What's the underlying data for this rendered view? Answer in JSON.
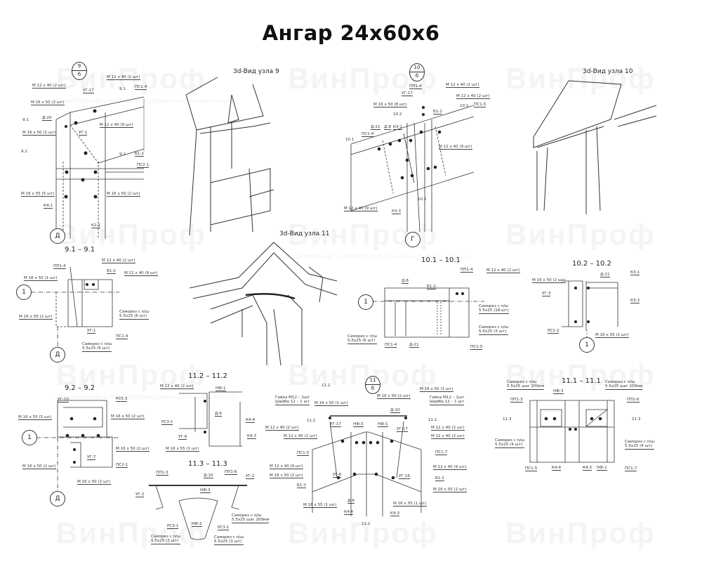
{
  "title": "Ангар  24х60х6",
  "watermark": {
    "logo": "ВинПроф",
    "slogan": "ПРОЕКТИРОВАНИЕ и ПРОИЗВОДСТВО ЗДАНИЙ на СТАЛЬНОМ КАРКАСЕ"
  },
  "view3d": {
    "node9": "3d-Вид узла 9",
    "node10": "3d-Вид узла 10",
    "node11": "3d-Вид узла 11"
  },
  "node9": {
    "mark_top": "9",
    "mark_bottom": "б",
    "axis": "Д",
    "labels": [
      "М 12 х 40 (2 шт)",
      "М 12 х 40 (2 шт)",
      "УГ-17",
      "ПС1-4",
      "М 16 х 50 (2 шт)",
      "Д-20",
      "М 12 х 40 (9 шт)",
      "М 16 х 50 (1 шт)",
      "УГ-1",
      "Б1-2",
      "ПС2-1",
      "М 16 х 55 (5 шт)",
      "М 16 х 50 (2 шт)",
      "К4-1",
      "К2-1"
    ],
    "cuts": [
      "9.1",
      "9.1",
      "9.2",
      "9.2"
    ]
  },
  "node10": {
    "mark_top": "10",
    "mark_bottom": "б",
    "axis": "Г",
    "labels": [
      "ПП1-4",
      "УГ-17",
      "М 12 х 40 (2 шт)",
      "М 12 х 40 (2 шт)",
      "М 16 х 50 (8 шт)",
      "Б1-2",
      "ПС1-5",
      "Д-21",
      "Д-8",
      "К3-1",
      "ПС1-4",
      "М 12 х 40 (9 шт)",
      "М 12 х 40 (9 шт)",
      "К3-3"
    ],
    "cuts": [
      "10.1",
      "10.1",
      "10.2",
      "10.2"
    ]
  },
  "s91": {
    "title": "9.1 – 9.1",
    "axis1": "1",
    "axisD": "Д",
    "labels": [
      "ПП1-4",
      "М 12 х 40 (2 шт)",
      "Б1-2",
      "М 12 х 40 (9 шт)",
      "М 16 х 50 (1 шт)",
      "М 16 х 50 (2 шт)",
      "Саморез с п/ш\n5.5х25 (6 шт)",
      "УГ-1",
      "ПС1-4",
      "Саморез с п/ш\n5.5х25 (6 шт)"
    ]
  },
  "s101": {
    "title": "10.1 – 10.1",
    "axis1": "1",
    "labels": [
      "ПП1-4",
      "М 12 х 40 (2 шт)",
      "Д-8",
      "Б1-2",
      "Саморез с п/ш\n5.5х25 (18 шт)",
      "Саморез с п/ш\n5.5х25 (3 шт)",
      "Саморез с п/ш\n5.5х25 (6 шт)",
      "ПС1-4",
      "Д-21",
      "ПС1-5"
    ]
  },
  "s102": {
    "title": "10.2 – 10.2",
    "axis1": "1",
    "labels": [
      "Д-21",
      "К3-1",
      "М 16 х 50 (2 шт)",
      "УГ-3",
      "К3-3",
      "РС1-2",
      "М 16 х 55 (2 шт)"
    ]
  },
  "s92": {
    "title": "9.2 – 9.2",
    "axis1": "1",
    "axisD": "Д",
    "labels": [
      "УГ-10",
      "РС5-3",
      "М 16 х 55 (5 шт)",
      "М 16 х 50 (2 шт)",
      "М 16 х 50 (2 шт)",
      "УГ-7",
      "М 16 х 50 (2 шт)",
      "ПС2-1",
      "М 16 х 50 (2 шт)"
    ]
  },
  "s112": {
    "title": "11.2 – 11.2",
    "labels": [
      "М 12 х 40 (2 шт)",
      "НФ-1",
      "Д-6",
      "РС3-1",
      "К4-4",
      "УГ-6",
      "К4-3",
      "М 16 х 55 (1 шт)"
    ]
  },
  "s113": {
    "title": "11.3 – 11.3",
    "labels": [
      "ПП1-3",
      "Д-10",
      "ПП1-6",
      "УГ-2",
      "УГ-2",
      "НФ-3",
      "Саморез с п/ш\n5.5х25 шаг 200мм",
      "РС3-1",
      "НФ-2",
      "РС3-1",
      "Саморез с п/ш\n5.5х25 (3 шт)",
      "Саморез с п/ш\n5.5х25 (3 шт)"
    ]
  },
  "node11": {
    "mark_top": "11",
    "mark_bottom": "б",
    "labels": [
      "Гайка М12 – 1шт\nШайба 12 – 1 шт",
      "Гайка М12 – 1шт\nШайба 12 – 1 шт",
      "М 16 х 50 (1 шт)",
      "М 16 х 50 (2 шт)",
      "М 16 х 50 (1 шт)",
      "Д-10",
      "УГ-17",
      "НФ-3",
      "НФ-1",
      "УГ-17",
      "М 12 х 40 (2 шт)",
      "М 12 х 40 (2 шт)",
      "М 12 х 40 (2 шт)",
      "М 12 х 40 (2 шт)",
      "ПС1-5",
      "ПС1-7",
      "М 12 х 40 (9 шт)",
      "М 12 х 40 (9 шт)",
      "УГ-6",
      "УГ-16",
      "М 16 х 50 (2 шт)",
      "Б1-2",
      "Б1-1",
      "М 16 х 50 (2 шт)",
      "Д-6",
      "М 16 х 55 (1 шт)",
      "М 16 х 55 (1 шт)",
      "К4-4",
      "К4-3"
    ],
    "cuts": [
      "11.2",
      "11.2",
      "11.1",
      "11.1"
    ]
  },
  "s111": {
    "title": "11.1 – 11.1",
    "labels": [
      "Саморез с п/ш\n5.5х25 шаг 200мм",
      "Саморез с п/ш\n5.5х25 шаг 200мм",
      "НФ-3",
      "ПП1-3",
      "ПП1-6",
      "Саморез с п/ш\n5.5х25 (4 шт)",
      "Саморез с п/ш\n5.5х25 (4 шт)",
      "ПС1-5",
      "К4-4",
      "К4-3",
      "НФ-1",
      "ПС1-7"
    ],
    "cuts": [
      "11.3",
      "11.3"
    ]
  }
}
